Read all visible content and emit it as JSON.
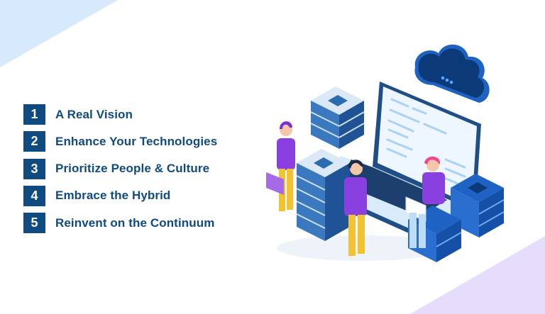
{
  "list": {
    "items": [
      {
        "number": "1",
        "label": "A Real Vision"
      },
      {
        "number": "2",
        "label": "Enhance Your Technologies"
      },
      {
        "number": "3",
        "label": "Prioritize People & Culture"
      },
      {
        "number": "4",
        "label": "Embrace the Hybrid"
      },
      {
        "number": "5",
        "label": "Reinvent on the Continuum"
      }
    ]
  },
  "colors": {
    "accent": "#0f4a80",
    "corner_top_left": "#d6eafb",
    "corner_bottom_right": "#e6dcfb",
    "server": "#2563b8",
    "person_shirt": "#8a3fe0",
    "person_pants": "#f2c230"
  },
  "illustration": {
    "icons": [
      "cloud-icon",
      "laptop-icon",
      "server-stack-icon",
      "people-icon"
    ]
  }
}
